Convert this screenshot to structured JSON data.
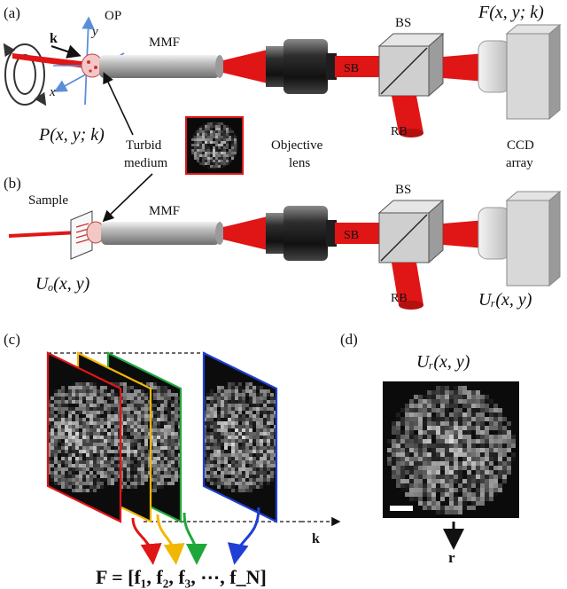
{
  "panels": {
    "a": "(a)",
    "b": "(b)",
    "c": "(c)",
    "d": "(d)"
  },
  "labels": {
    "op": "OP",
    "y_axis": "y",
    "x_axis": "x",
    "k_vec": "k",
    "mmf": "MMF",
    "sb": "SB",
    "bs": "BS",
    "rb": "RB",
    "turbid_1": "Turbid",
    "turbid_2": "medium",
    "objective_1": "Objective",
    "objective_2": "lens",
    "ccd_1": "CCD",
    "ccd_2": "array",
    "sample": "Sample",
    "P_eq": "P(x, y; k)",
    "F_eq": "F(x, y; k)",
    "Uo_eq": "Uₒ(x, y)",
    "Ur_eq": "Uᵣ(x, y)",
    "Ur_title": "Uᵣ(x, y)",
    "k_axis": "k",
    "r_label": "r",
    "matrix_eq": "F = [f₁, f₂, f₃, ⋯, f_N]"
  },
  "colors": {
    "beam": "#e01515",
    "frame_red": "#e01515",
    "frame_yellow": "#f2b705",
    "frame_green": "#1fa83a",
    "frame_blue": "#1f3fd6",
    "axis_blue": "#5a8fd8"
  }
}
